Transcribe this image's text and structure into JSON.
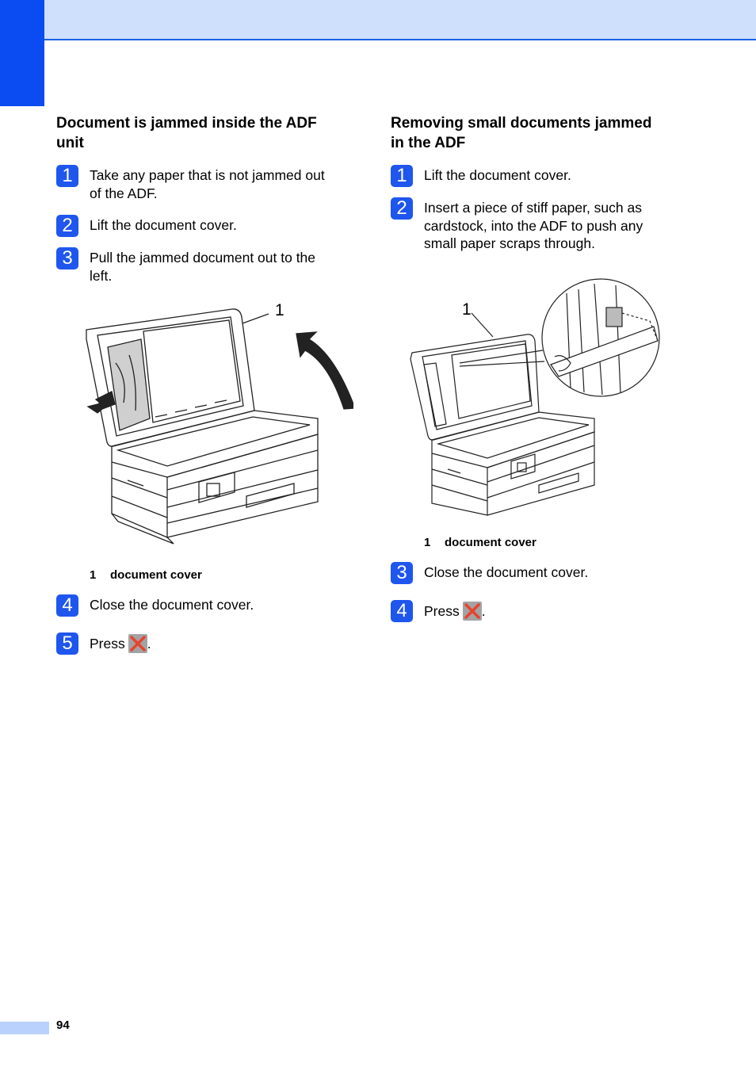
{
  "left": {
    "heading": "Document is jammed inside the ADF unit",
    "heading_line1": "Document is jammed inside the ADF",
    "heading_line2": "unit",
    "steps": [
      {
        "num": "1",
        "line1": "Take any paper that is not jammed out",
        "line2": "of the ADF."
      },
      {
        "num": "2",
        "line1": "Lift the document cover.",
        "line2": ""
      },
      {
        "num": "3",
        "line1": "Pull the jammed document out to the",
        "line2": "left."
      },
      {
        "num": "4",
        "line1": "Close the document cover.",
        "line2": ""
      },
      {
        "num": "5",
        "press": "Press",
        "period": "."
      }
    ],
    "figure_callout": "1",
    "caption": {
      "num": "1",
      "text": "document cover"
    }
  },
  "right": {
    "heading_line1": "Removing small documents jammed",
    "heading_line2": "in the ADF",
    "steps": [
      {
        "num": "1",
        "line1": "Lift the document cover."
      },
      {
        "num": "2",
        "line1": "Insert a piece of stiff paper, such as",
        "line2": "cardstock, into the ADF to push any",
        "line3": "small paper scraps through."
      },
      {
        "num": "3",
        "line1": "Close the document cover."
      },
      {
        "num": "4",
        "press": "Press",
        "period": "."
      }
    ],
    "figure_callout": "1",
    "caption": {
      "num": "1",
      "text": "document cover"
    }
  },
  "footer": {
    "page_number": "94"
  },
  "colors": {
    "accent": "#1e56ee",
    "header_band": "#cfe0fd",
    "side_tab": "#0a4bf2",
    "cancel_x": "#e8432f"
  },
  "icons": {
    "cancel_key": "cancel-x-icon"
  }
}
